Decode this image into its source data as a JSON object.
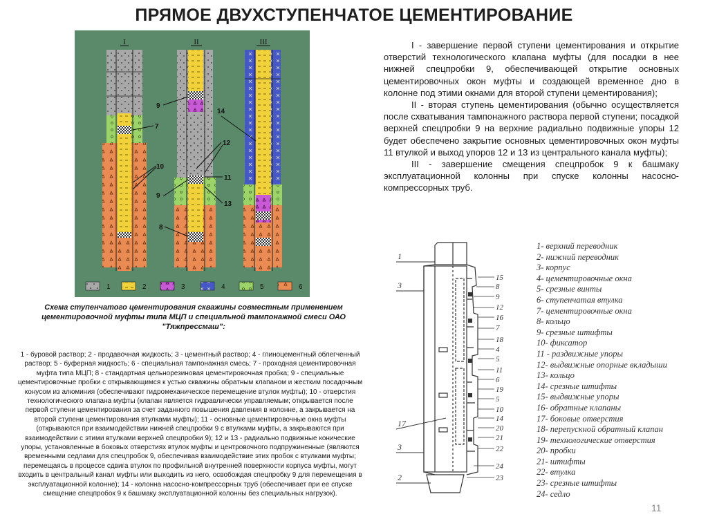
{
  "title": "ПРЯМОЕ ДВУХСТУПЕНЧАТОЕ ЦЕМЕНТИРОВАНИЕ",
  "stage_labels": [
    "I",
    "II",
    "III"
  ],
  "callouts": [
    "7",
    "9",
    "10",
    "8",
    "9",
    "14",
    "12",
    "11",
    "13"
  ],
  "legend_numbers": [
    "1",
    "2",
    "3",
    "4",
    "5",
    "6"
  ],
  "legend_colors": [
    "#a8a8a8",
    "#f2d23a",
    "#c95ad6",
    "#4458c8",
    "#9cd46a",
    "#e98b52"
  ],
  "caption": "Схема ступенчатого цементирования скважины совместным применением цементировочной муфты типа МЦП и специальной тампонажной смеси ОАО ”Тяжпрессмаш”:",
  "legend_text": "1 - буровой раствор; 2 - продавочная жидкость; 3 - цементный раствор; 4 - глиноцементный облегченный раствор; 5 - буферная жидкость; 6 - специальная тампонажная смесь; 7 - проходная цементировочная муфта типа МЦП; 8 - стандартная цельнорезиновая цементировочная пробка; 9 - специальные цементировочные пробки с открывающимся к устью скважины обратным клапаном и жестким посадочным конусом из алюминия (обеспечивают гидромеханическое перемещение втулок муфты); 10 - отверстия технологического клапана муфты (клапан является гидравлически управляемым; открывается после первой ступени цементирования за счет заданного повышения давления в колонне, а закрывается на второй ступени цементирования втулками муфты); 11 - основные цементировочные окна муфты (открываются при взаимодействии нижней спецпробки 9 с втулками муфты, а закрываются при взаимодействии с этими втулками верхней спецпробки 9); 12 и 13 - радиально подвижные конические упоры, установленные в боковых отверстиях втулок муфты и центровочного подпружиненные (являются временными седлами для спецпробок 9, обеспечивая взаимодействие этих пробок с втулками муфты; перемещаясь в процессе сдвига втулок по профильной внутренней поверхности корпуса муфты, могут входить в центральный канал муфты или выходить из него, освобождая спецпробку 9 для перемещения в эксплуатационной колонне); 14 - колонна насосно-компрессорных труб (обеспечивает при ее спуске смещение спецпробок 9 к башмаку эксплуатационной колонны без специальных нагрузок).",
  "description": [
    "I - завершение первой ступени цементирования и открытие отверстий технологического клапана муфты (для посадки в нее нижней спецпробки 9, обеспечивающей открытие основных цементировочных окон муфты и создающей временное дно в колонне под этими окнами для второй ступени цементирования);",
    "II - вторая ступень цементирования (обычно осуществляется после схватывания тампонажного раствора первой ступени; посадкой верхней спецпробки 9 на верхние радиально подвижные упоры 12 будет обеспечено закрытие основных цементировочных окон муфты 11 втулкой и выход упоров 12 и 13 из центрального канала муфты);",
    "III - завершение смещения спецпробок 9 к башмаку эксплуатационной колонны при спуске колонны насосно-компрессорных труб."
  ],
  "tool_left_labels": [
    "1",
    "3",
    "17",
    "3",
    "2"
  ],
  "tool_right_labels": [
    "15",
    "8",
    "9",
    "12",
    "16",
    "7",
    "18",
    "4",
    "5",
    "11",
    "6",
    "19",
    "5",
    "10",
    "14",
    "20",
    "21",
    "22",
    "24",
    "23"
  ],
  "parts": [
    "1- верхний переводник",
    "2- нижний переводник",
    "3- корпус",
    "4- цементировочные окна",
    "5- срезные винты",
    "6- ступенчатая втулка",
    "7- цементировочные окна",
    "8- кольцо",
    "9- срезные штифты",
    "10- фиксатор",
    "11 - раздвижные упоры",
    "12- выдвижные опорные вкладыши",
    "13- кольцо",
    "14- срезные штифты",
    "15- выдвижные упоры",
    "16- обратные клапаны",
    "17- боковые отверстия",
    "18- перепускной обратный клапан",
    "19- технологические отверстия",
    "20- пробки",
    "21- штифты",
    "22- втулка",
    "23- срезные штифты",
    "24- седло"
  ],
  "page_number": "11"
}
